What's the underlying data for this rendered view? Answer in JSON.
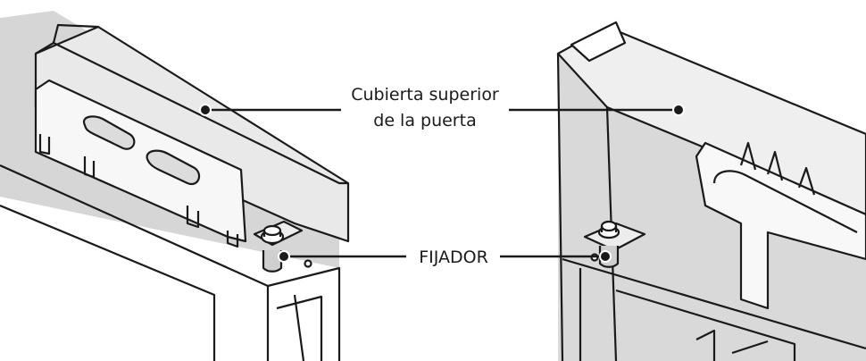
{
  "diagram": {
    "labels": {
      "cover_line1": "Cubierta superior",
      "cover_line2": "de la puerta",
      "fixer": "FIJADOR"
    }
  }
}
